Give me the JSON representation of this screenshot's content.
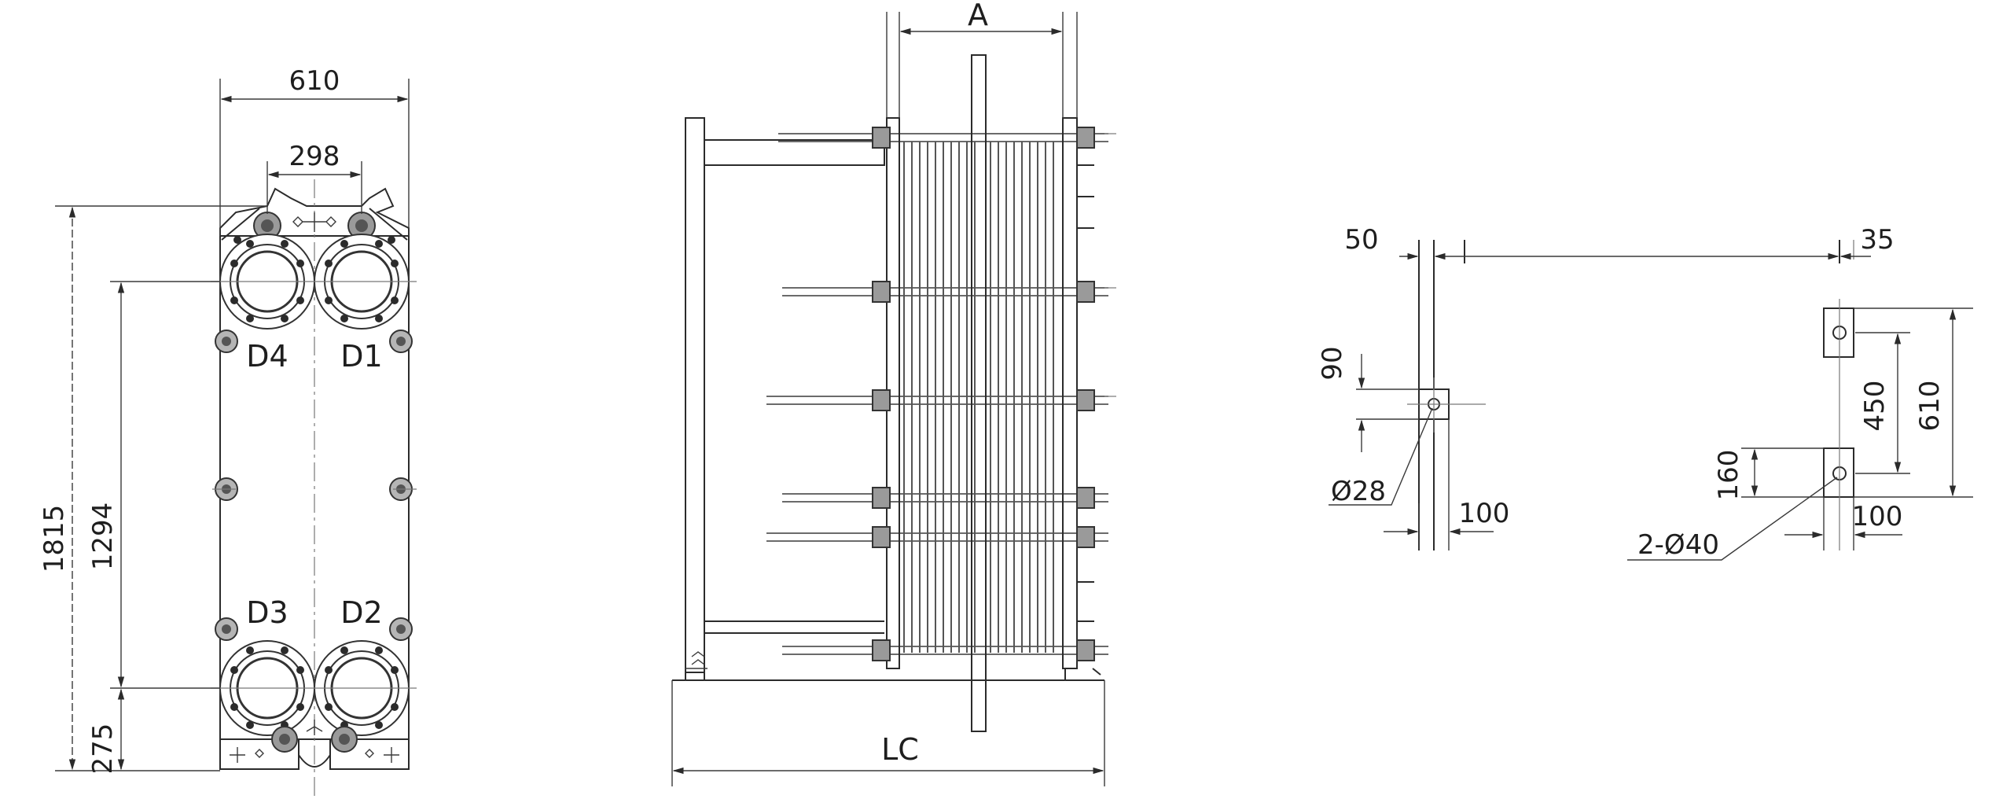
{
  "front_view": {
    "width_label": "610",
    "inner_width_label": "298",
    "height_label": "1815",
    "port_spacing_label": "1294",
    "bottom_label": "275",
    "ports": [
      "D4",
      "D1",
      "D3",
      "D2"
    ]
  },
  "side_view": {
    "a_label": "A",
    "lc_label": "LC"
  },
  "foot_detail": {
    "left_offset_label": "50",
    "right_offset_label": "35",
    "foot_height_label": "90",
    "hole_small_label": "Ø28",
    "left_foot_width_label": "100",
    "spacing_label": "450",
    "total_label": "610",
    "right_foot_height_label": "160",
    "right_foot_width_label": "100",
    "hole_large_label": "2-Ø40"
  }
}
